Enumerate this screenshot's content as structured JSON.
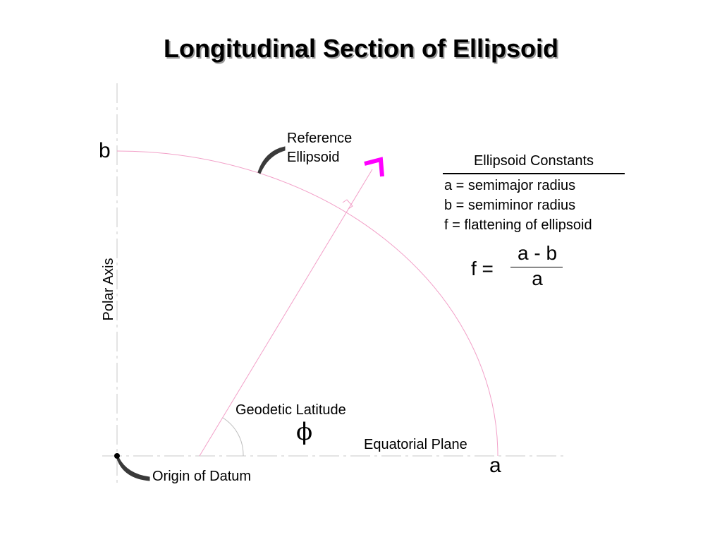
{
  "title": "Longitudinal Section of Ellipsoid",
  "labels": {
    "b": "b",
    "a": "a",
    "polar_axis": "Polar Axis",
    "reference_ellipsoid_line1": "Reference",
    "reference_ellipsoid_line2": "Ellipsoid",
    "geodetic_latitude": "Geodetic Latitude",
    "phi": "ϕ",
    "equatorial_plane": "Equatorial Plane",
    "origin_of_datum": "Origin of Datum"
  },
  "constants": {
    "title": "Ellipsoid Constants",
    "definitions": [
      "a = semimajor radius",
      "b = semiminor radius",
      "f = flattening of ellipsoid"
    ]
  },
  "formula": {
    "lhs": "f =",
    "numerator": "a - b",
    "denominator": "a"
  },
  "colors": {
    "ellipse": "#f2a0c8",
    "normal_line": "#f2a0c8",
    "axis": "#c8c8c8",
    "arrow": "#ff00ff",
    "text": "#000000"
  }
}
